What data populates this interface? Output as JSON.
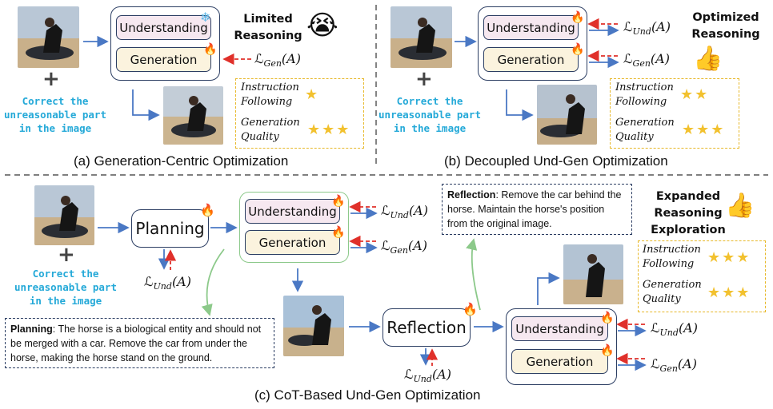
{
  "panel_a": {
    "und_label": "Understanding",
    "gen_label": "Generation",
    "limited": "Limited\nReasoning",
    "loss_gen": {
      "sym": "ℒ",
      "sub": "Gen",
      "arg": "(A)"
    },
    "plus": "+",
    "instruction": "Correct the\nunreasonable part\nin the image",
    "q_instr": "Instruction\nFollowing",
    "q_gen": "Generation\nQuality",
    "caption": "(a) Generation-Centric Optimization",
    "stars_instr": 1,
    "stars_gen": 3
  },
  "panel_b": {
    "und_label": "Understanding",
    "gen_label": "Generation",
    "optimized": "Optimized\nReasoning",
    "loss_und": {
      "sym": "ℒ",
      "sub": "Und",
      "arg": "(A)"
    },
    "loss_gen": {
      "sym": "ℒ",
      "sub": "Gen",
      "arg": "(A)"
    },
    "plus": "+",
    "instruction": "Correct the\nunreasonable part\nin the image",
    "q_instr": "Instruction\nFollowing",
    "q_gen": "Generation\nQuality",
    "caption": "(b) Decoupled Und-Gen Optimization",
    "stars_instr": 2,
    "stars_gen": 3
  },
  "panel_c": {
    "plus": "+",
    "instruction": "Correct the\nunreasonable part\nin the image",
    "planning_label": "Planning",
    "reflection_label": "Reflection",
    "und_label": "Understanding",
    "gen_label": "Generation",
    "und2_label": "Understanding",
    "gen2_label": "Generation",
    "loss_und": {
      "sym": "ℒ",
      "sub": "Und",
      "arg": "(A)"
    },
    "loss_gen": {
      "sym": "ℒ",
      "sub": "Gen",
      "arg": "(A)"
    },
    "planning_title": "Planning",
    "planning_text": ": The horse is a biological entity and should not be merged with a car. Remove the car from under the horse, making the horse stand on the ground.",
    "reflection_title": "Reflection",
    "reflection_text": ": Remove the car behind the horse. Maintain the horse's position from the original image.",
    "expanded": "Expanded\nReasoning\nExploration",
    "q_instr": "Instruction\nFollowing",
    "q_gen": "Generation\nQuality",
    "caption": "(c) CoT-Based Und-Gen Optimization",
    "stars_instr": 3,
    "stars_gen": 3
  },
  "colors": {
    "blue_arrow": "#4a78c4",
    "red_arrow": "#e0302a",
    "dark": "#2c3e63",
    "green": "#8cc98a",
    "cyan": "#24a9d8",
    "gold": "#e7b829"
  },
  "icons": [
    "horse-photo",
    "fire-icon",
    "snowflake-icon",
    "crying-emoji",
    "thumbs-up-emoji",
    "star-icon"
  ]
}
